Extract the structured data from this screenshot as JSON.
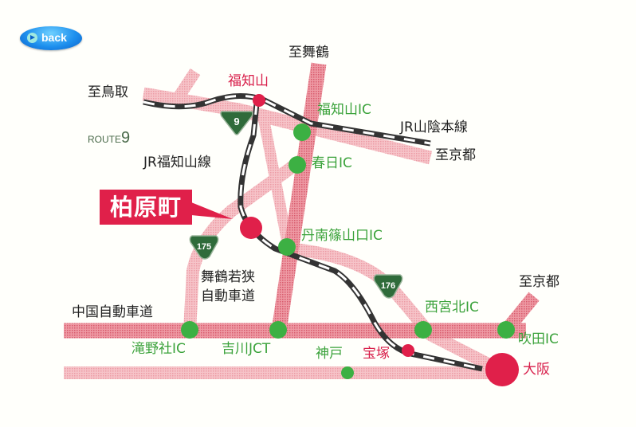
{
  "nav": {
    "back_label": "back"
  },
  "colors": {
    "road_light": "#f2b4bb",
    "road_main": "#e5848f",
    "ic_green": "#3cb043",
    "station_red": "#e0204a",
    "route_shield": "#2f6b3a"
  },
  "highlight": {
    "town": "柏原町"
  },
  "directions": {
    "tottori": "至鳥取",
    "maizuru": "至舞鶴",
    "kyoto_north": "至京都",
    "kyoto_south": "至京都"
  },
  "railways": {
    "sanin": "JR山陰本線",
    "fukuchiyama": "JR福知山線"
  },
  "routes": {
    "route9_prefix": "ROUTE",
    "route9_number": "9",
    "shield_9": "9",
    "shield_175": "175",
    "shield_176": "176"
  },
  "expressways": {
    "chugoku": "中国自動車道",
    "maizuru_line1": "舞鶴若狭",
    "maizuru_line2": "自動車道"
  },
  "interchanges": {
    "fukuchiyama_ic": "福知山IC",
    "kasuga_ic": "春日IC",
    "tannan_ic": "丹南篠山口IC",
    "takino_ic": "滝野社IC",
    "yokawa_jct": "吉川JCT",
    "nishinomiyakita_ic": "西宮北IC",
    "suita_ic": "吹田IC"
  },
  "cities": {
    "fukuchiyama": "福知山",
    "kobe": "神戸",
    "takarazuka": "宝塚",
    "osaka": "大阪"
  }
}
